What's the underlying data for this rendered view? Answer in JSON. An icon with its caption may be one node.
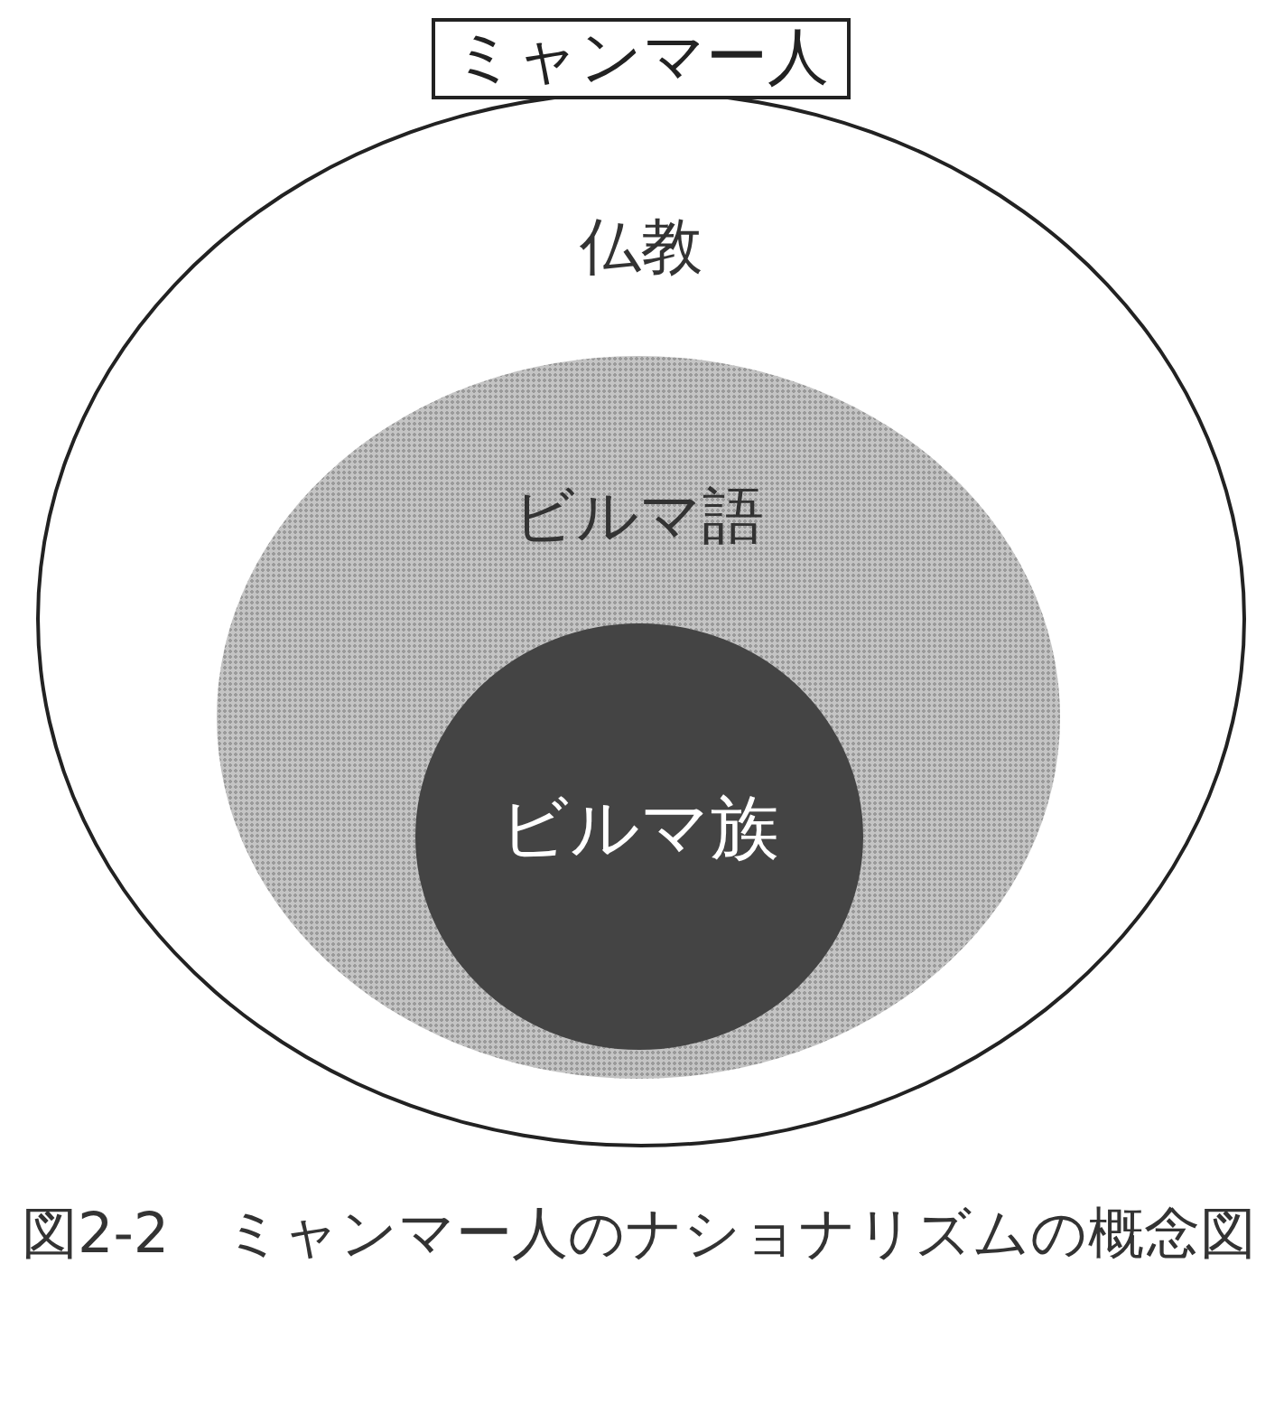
{
  "diagram": {
    "nodes": [
      {
        "text": [
          "ミャンマー人",
          "仏教"
        ]
      },
      {
        "text": [
          "ビルマ語"
        ],
        "in": 0
      },
      {
        "text": [
          "ビルマ族"
        ],
        "in": 1
      }
    ],
    "caption": "図2-2　ミャンマー人のナショナリズムの概念図"
  }
}
